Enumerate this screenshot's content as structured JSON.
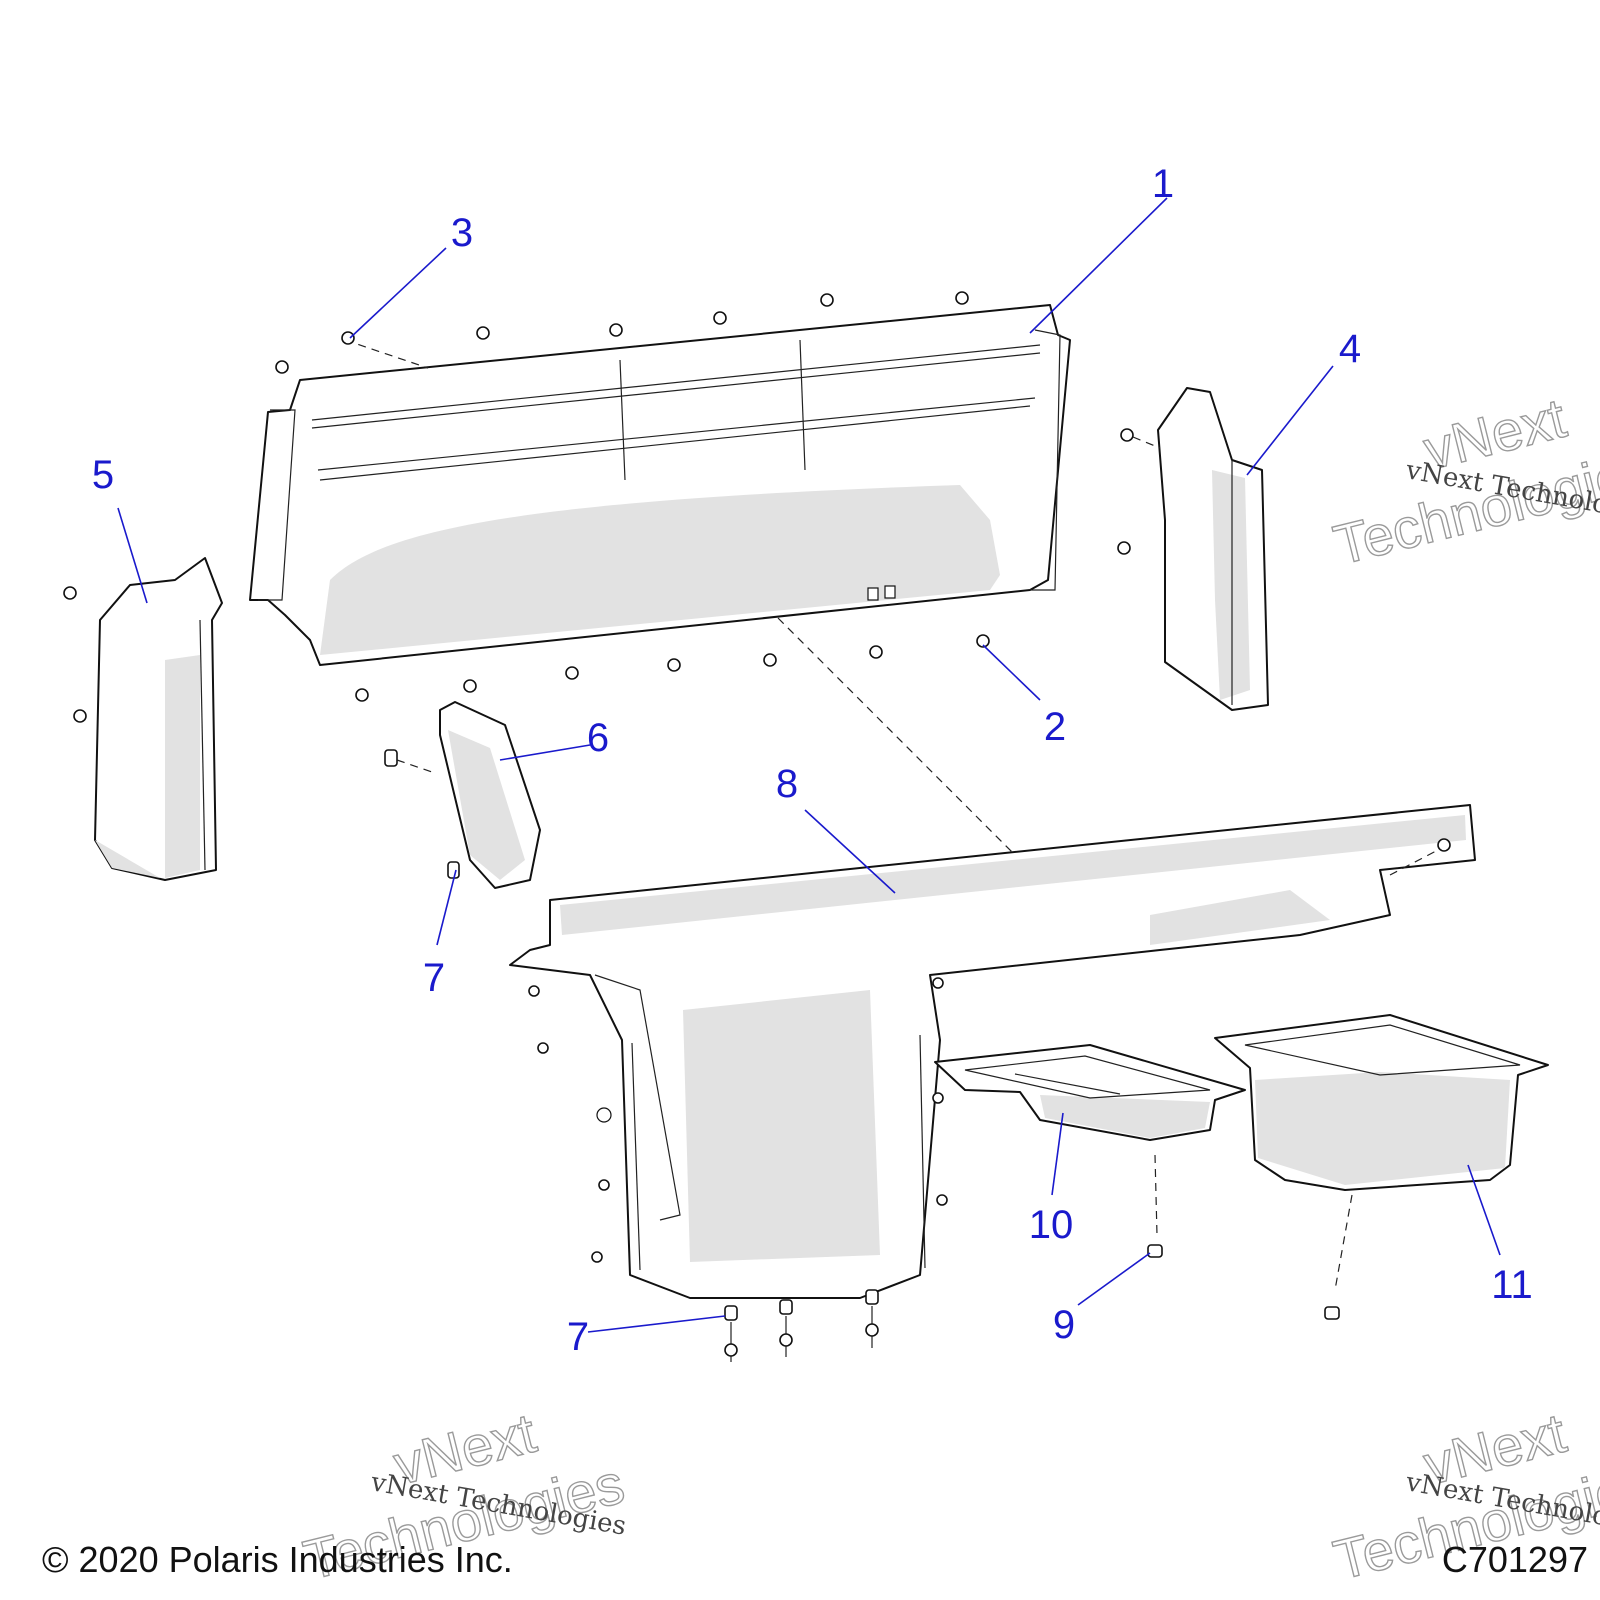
{
  "callouts": [
    {
      "label": "1"
    },
    {
      "label": "2"
    },
    {
      "label": "3"
    },
    {
      "label": "4"
    },
    {
      "label": "5"
    },
    {
      "label": "6"
    },
    {
      "label": "7"
    },
    {
      "label": "7"
    },
    {
      "label": "8"
    },
    {
      "label": "9"
    },
    {
      "label": "10"
    },
    {
      "label": "11"
    }
  ],
  "watermark": {
    "serif_line": "vNext Technologies",
    "outline_top": "vNext",
    "outline_bottom": "Technologies"
  },
  "footer": {
    "copyright": "© 2020 Polaris Industries Inc.",
    "figure_code": "C701297"
  },
  "colors": {
    "callout": "#1a1acc",
    "line": "#111111",
    "shade": "#e2e2e2"
  }
}
